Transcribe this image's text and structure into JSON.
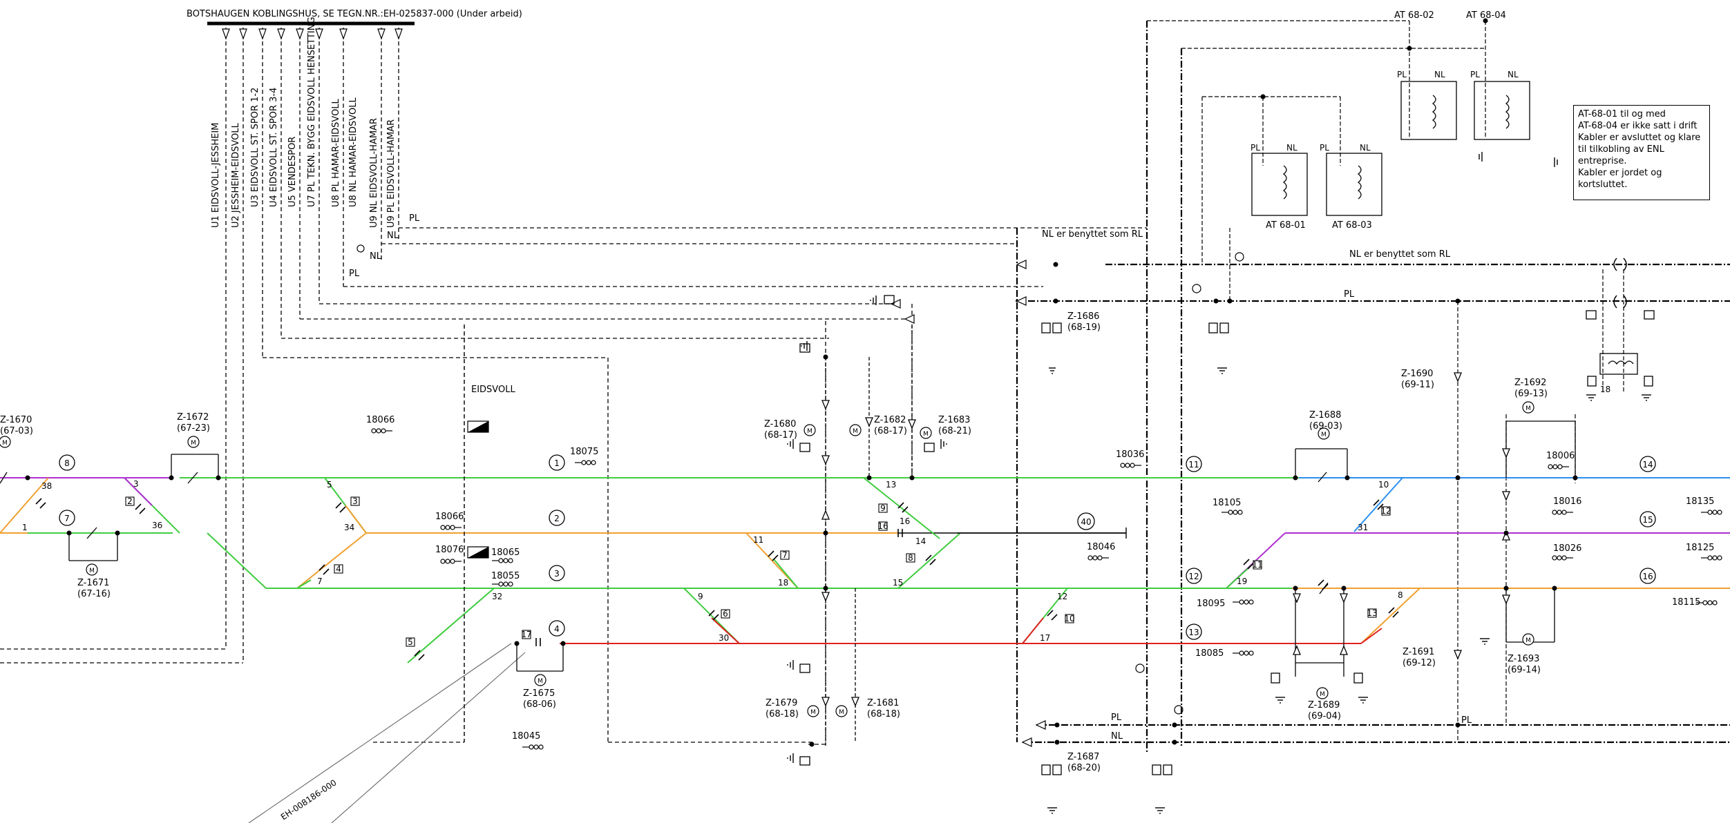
{
  "header": {
    "title": "BOTSHAUGEN KOBLINGSHUS, SE TEGN.NR.:EH-025837-000 (Under arbeid)"
  },
  "cables": [
    "U1 EIDSVOLL-JESSHEIM",
    "U2 JESSHEIM-EIDSVOLL",
    "U3 EIDSVOLL ST. SPOR 1-2",
    "U4 EIDSVOLL ST. SPOR 3-4",
    "U5 VENDESPOR",
    "U7 PL TEKN. BYGG EIDSVOLL HENSETTING",
    "U8 PL HAMAR-EIDSVOLL",
    "U8 NL HAMAR-EIDSVOLL",
    "U9 NL EIDSVOLL-HAMAR",
    "U9 PL EIDSVOLL-HAMAR"
  ],
  "station": {
    "name": "EIDSVOLL"
  },
  "note": {
    "lines": [
      "AT-68-01 til og med",
      "AT-68-04 er ikke satt i drift",
      "Kabler er avsluttet og klare",
      "til tilkobling av ENL",
      "entreprise.",
      "Kabler er jordet og",
      "kortsluttet."
    ]
  },
  "line_labels": {
    "pl": "PL",
    "nl": "NL",
    "nl_rl_1": "NL er benyttet som RL",
    "nl_rl_2": "NL er benyttet som RL"
  },
  "autotransformers": {
    "at_01": "AT 68-01",
    "at_02": "AT 68-02",
    "at_03": "AT 68-03",
    "at_04": "AT 68-04",
    "at_18": "18"
  },
  "track_numbers": [
    "8",
    "7",
    "1",
    "2",
    "3",
    "4",
    "11",
    "12",
    "13",
    "14",
    "15",
    "16",
    "40"
  ],
  "switches": [
    {
      "id": "Z-1670",
      "ref": "(67-03)"
    },
    {
      "id": "Z-1671",
      "ref": "(67-16)"
    },
    {
      "id": "Z-1672",
      "ref": "(67-23)"
    },
    {
      "id": "Z-1675",
      "ref": "(68-06)"
    },
    {
      "id": "Z-1679",
      "ref": "(68-18)"
    },
    {
      "id": "Z-1680",
      "ref": "(68-17)"
    },
    {
      "id": "Z-1681",
      "ref": "(68-18)"
    },
    {
      "id": "Z-1682",
      "ref": "(68-17)"
    },
    {
      "id": "Z-1683",
      "ref": "(68-21)"
    },
    {
      "id": "Z-1686",
      "ref": "(68-19)"
    },
    {
      "id": "Z-1687",
      "ref": "(68-20)"
    },
    {
      "id": "Z-1688",
      "ref": "(69-03)"
    },
    {
      "id": "Z-1689",
      "ref": "(69-04)"
    },
    {
      "id": "Z-1690",
      "ref": "(69-11)"
    },
    {
      "id": "Z-1691",
      "ref": "(69-12)"
    },
    {
      "id": "Z-1692",
      "ref": "(69-13)"
    },
    {
      "id": "Z-1693",
      "ref": "(69-14)"
    }
  ],
  "signals": [
    "18066",
    "18075",
    "18066",
    "18076",
    "18065",
    "18055",
    "18045",
    "18036",
    "18105",
    "18095",
    "18085",
    "18006",
    "18016",
    "18026",
    "18135",
    "18125",
    "18115",
    "18046"
  ],
  "sections": [
    "38",
    "3",
    "1",
    "36",
    "5",
    "34",
    "7",
    "32",
    "11",
    "18",
    "13",
    "16",
    "14",
    "15",
    "9",
    "30",
    "12",
    "17",
    "10",
    "31",
    "19",
    "8"
  ],
  "boxed": [
    "2",
    "3",
    "4",
    "5",
    "7",
    "9",
    "16",
    "8",
    "6",
    "17",
    "10",
    "12",
    "11",
    "13"
  ],
  "drawing_ref": "EH-008186-000",
  "colors": {
    "track_green": "#3fcc3f",
    "track_orange": "#f0a030",
    "track_purple": "#b030d0",
    "track_red": "#e02020",
    "track_blue": "#2a8ff0",
    "ink": "#000000"
  }
}
